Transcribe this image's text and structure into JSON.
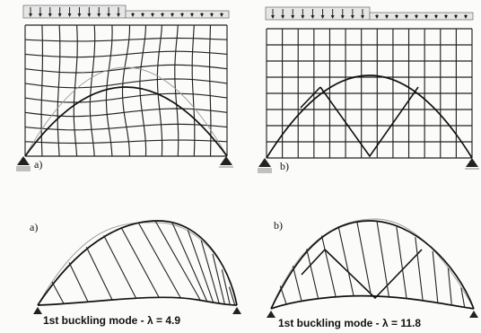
{
  "panels": {
    "top_left_label": "a)",
    "top_right_label": "b)",
    "bottom_left_label": "a)",
    "bottom_right_label": "b)"
  },
  "captions": {
    "left": "1st buckling mode - λ = 4.9",
    "right": "1st buckling mode - λ = 11.8"
  }
}
